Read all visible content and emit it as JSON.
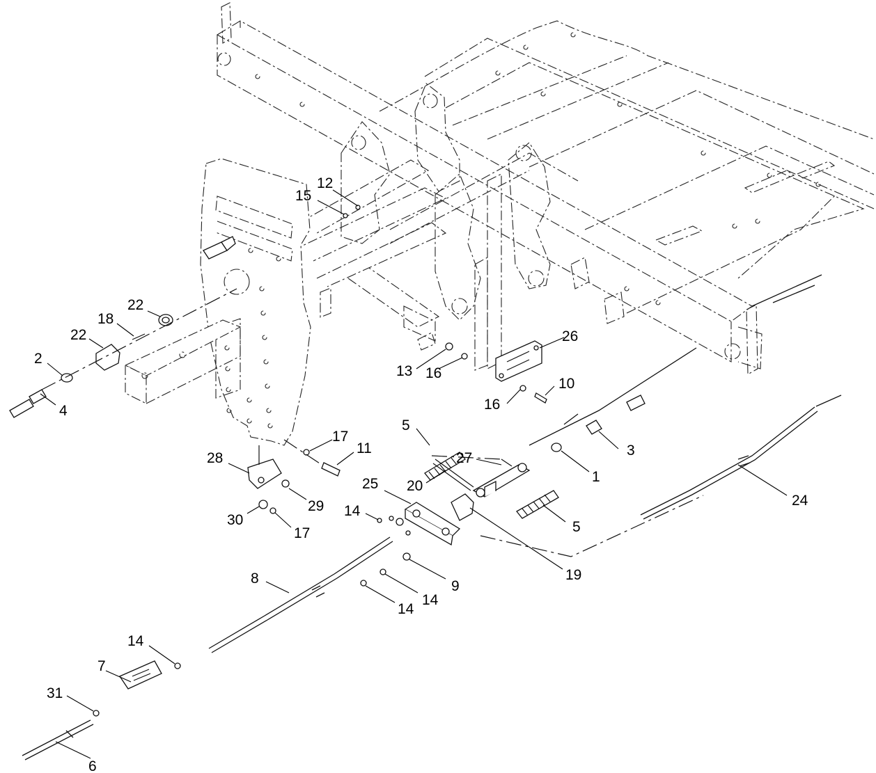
{
  "callouts": [
    {
      "id": "c12",
      "text": "12"
    },
    {
      "id": "c15",
      "text": "15"
    },
    {
      "id": "c22a",
      "text": "22"
    },
    {
      "id": "c18",
      "text": "18"
    },
    {
      "id": "c22b",
      "text": "22"
    },
    {
      "id": "c2",
      "text": "2"
    },
    {
      "id": "c4",
      "text": "4"
    },
    {
      "id": "c26",
      "text": "26"
    },
    {
      "id": "c13",
      "text": "13"
    },
    {
      "id": "c16a",
      "text": "16"
    },
    {
      "id": "c10",
      "text": "10"
    },
    {
      "id": "c16b",
      "text": "16"
    },
    {
      "id": "c5a",
      "text": "5"
    },
    {
      "id": "c3",
      "text": "3"
    },
    {
      "id": "c27",
      "text": "27"
    },
    {
      "id": "c1",
      "text": "1"
    },
    {
      "id": "c17a",
      "text": "17"
    },
    {
      "id": "c11",
      "text": "11"
    },
    {
      "id": "c28",
      "text": "28"
    },
    {
      "id": "c20",
      "text": "20"
    },
    {
      "id": "c25",
      "text": "25"
    },
    {
      "id": "c24",
      "text": "24"
    },
    {
      "id": "c29",
      "text": "29"
    },
    {
      "id": "c14a",
      "text": "14"
    },
    {
      "id": "c5b",
      "text": "5"
    },
    {
      "id": "c30",
      "text": "30"
    },
    {
      "id": "c17b",
      "text": "17"
    },
    {
      "id": "c19",
      "text": "19"
    },
    {
      "id": "c9",
      "text": "9"
    },
    {
      "id": "c8",
      "text": "8"
    },
    {
      "id": "c14b",
      "text": "14"
    },
    {
      "id": "c14c",
      "text": "14"
    },
    {
      "id": "c14d",
      "text": "14"
    },
    {
      "id": "c7",
      "text": "7"
    },
    {
      "id": "c31",
      "text": "31"
    },
    {
      "id": "c6",
      "text": "6"
    }
  ]
}
